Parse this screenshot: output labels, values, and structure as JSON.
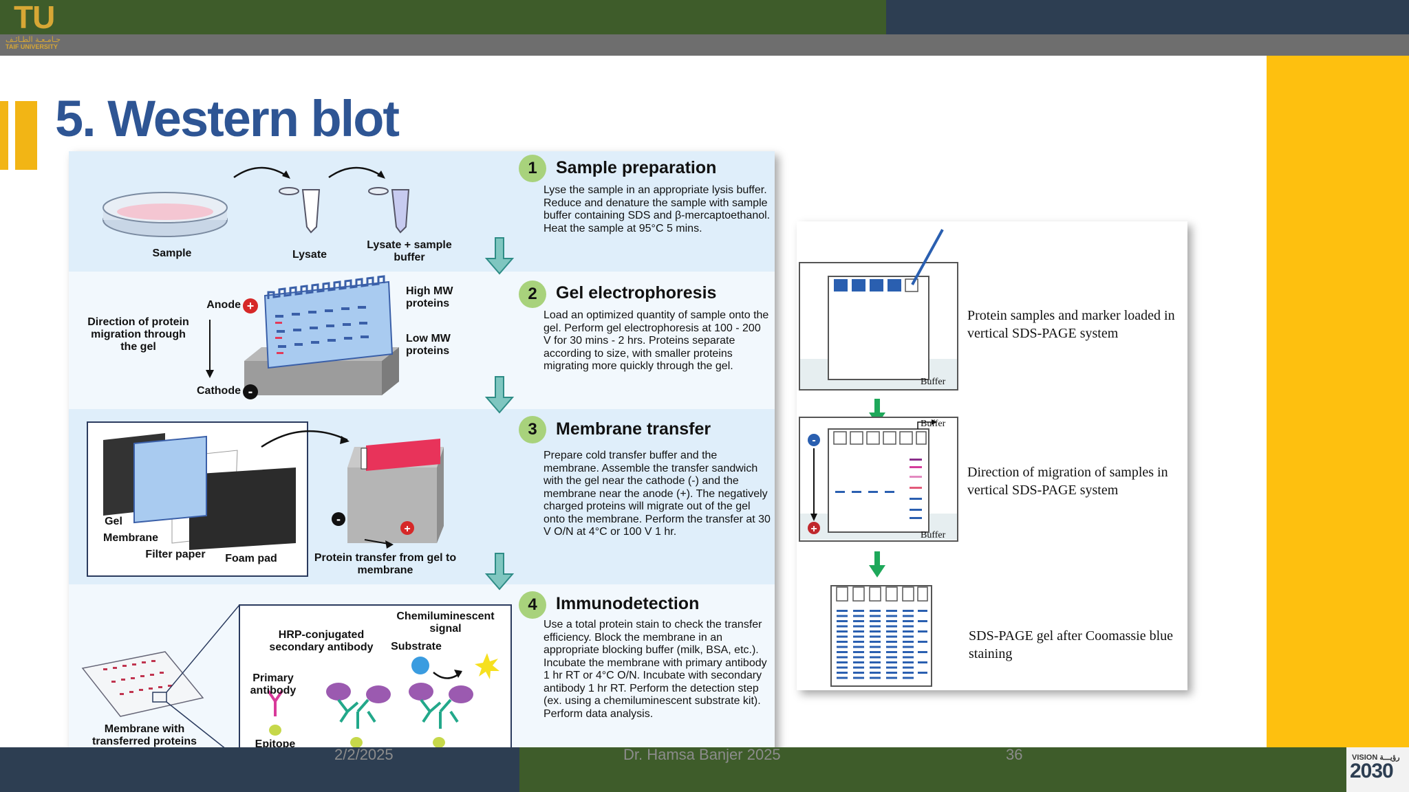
{
  "header": {
    "logo_text": "TU",
    "logo_arabic": "جـامـعـة الطـائـف",
    "logo_english": "TAIF UNIVERSITY"
  },
  "slide": {
    "title": "5. Western blot"
  },
  "figure": {
    "steps": [
      {
        "number": "1",
        "title": "Sample preparation",
        "body": "Lyse the sample in an appropriate lysis buffer. Reduce and denature the sample with sample buffer containing SDS and β-mercaptoethanol. Heat the sample at 95°C 5 mins."
      },
      {
        "number": "2",
        "title": "Gel electrophoresis",
        "body": "Load an optimized quantity of sample onto the gel. Perform gel electrophoresis at 100 - 200 V for 30 mins - 2 hrs. Proteins separate according to size, with smaller proteins migrating more quickly through the gel."
      },
      {
        "number": "3",
        "title": "Membrane transfer",
        "body": "Prepare cold transfer buffer and the membrane. Assemble the transfer sandwich with the gel near the cathode (-) and the membrane near the anode (+). The negatively charged proteins will migrate out of the gel onto the membrane. Perform the transfer at 30 V O/N at 4°C or 100 V 1 hr."
      },
      {
        "number": "4",
        "title": "Immunodetection",
        "body": "Use a total protein stain to check the transfer efficiency. Block the membrane in an appropriate blocking buffer (milk, BSA, etc.). Incubate the membrane with primary antibody 1 hr RT or 4°C O/N. Incubate with secondary antibody 1 hr RT. Perform the detection step (ex. using a chemiluminescent substrate kit). Perform data analysis."
      }
    ],
    "labels": {
      "sample": "Sample",
      "lysate": "Lysate",
      "lysate_buffer": "Lysate + sample buffer",
      "anode": "Anode",
      "cathode": "Cathode",
      "direction": "Direction of protein migration through the gel",
      "high_mw": "High MW proteins",
      "low_mw": "Low MW proteins",
      "gel": "Gel",
      "membrane": "Membrane",
      "filter_paper": "Filter paper",
      "foam_pad": "Foam pad",
      "protein_transfer": "Protein transfer from gel to membrane",
      "membrane_with": "Membrane with transferred proteins",
      "hrp": "HRP-conjugated secondary antibody",
      "primary": "Primary antibody",
      "epitope": "Epitope",
      "chemi": "Chemiluminescent signal",
      "substrate": "Substrate",
      "plus": "+",
      "minus": "-"
    }
  },
  "figure2": {
    "caption1": "Protein samples and marker loaded in vertical SDS-PAGE system",
    "caption2": "Direction of migration of samples in vertical SDS-PAGE system",
    "caption3": "SDS-PAGE gel after Coomassie blue staining",
    "buffer": "Buffer"
  },
  "footer": {
    "date": "2/2/2025",
    "author": "Dr. Hamsa Banjer 2025",
    "page": "36",
    "vision_small": "VISION رؤيـــة",
    "vision_big": "2030"
  },
  "colors": {
    "title": "#2e5594",
    "accent_yellow": "#fec00f",
    "header_green": "#3e5c2a",
    "header_navy": "#2d3e52"
  }
}
